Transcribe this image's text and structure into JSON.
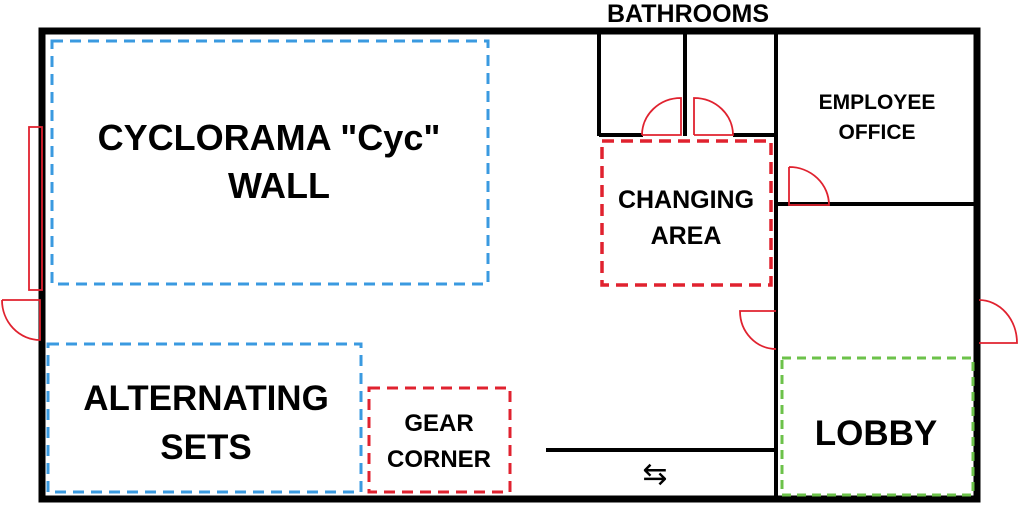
{
  "labels": {
    "bathrooms": "BATHROOMS",
    "cyc_line1": "CYCLORAMA \"Cyc\"",
    "cyc_line2": "WALL",
    "employee_line1": "EMPLOYEE",
    "employee_line2": "OFFICE",
    "changing_line1": "CHANGING",
    "changing_line2": "AREA",
    "alt_line1": "ALTERNATING",
    "alt_line2": "SETS",
    "gear_line1": "GEAR",
    "gear_line2": "CORNER",
    "lobby": "LOBBY"
  },
  "icons": {
    "two_way_arrow": "⇆"
  },
  "colors": {
    "wall": "#000000",
    "blue_zone": "#3a9ae0",
    "red_zone": "#e0222f",
    "green_zone": "#6cc24a",
    "door": "#e0222f"
  }
}
